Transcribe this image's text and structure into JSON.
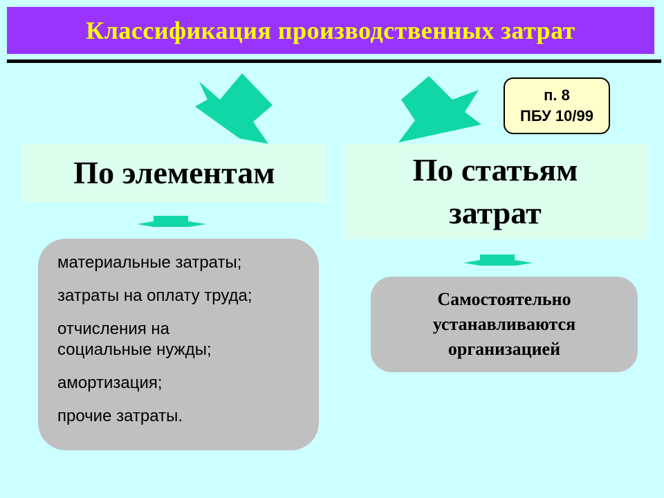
{
  "title": "Классификация производственных затрат",
  "reference": {
    "line1": "п. 8",
    "line2": "ПБУ 10/99"
  },
  "categories": {
    "left": "По элементам",
    "right": "По статьям затрат"
  },
  "elements_list": [
    "материальные затраты;",
    "затраты на оплату труда;",
    "отчисления на социальные нужды;",
    "амортизация;",
    "прочие затраты."
  ],
  "articles_note": "Самостоятельно устанавливаются организацией",
  "colors": {
    "title_bg": "#9933ff",
    "title_text": "#ffff00",
    "background": "#ccffff",
    "arrow": "#11d6a6",
    "category_bg": "#ddffee",
    "box_gray": "#c0c0c0",
    "ref_bg": "#ffffcc"
  }
}
